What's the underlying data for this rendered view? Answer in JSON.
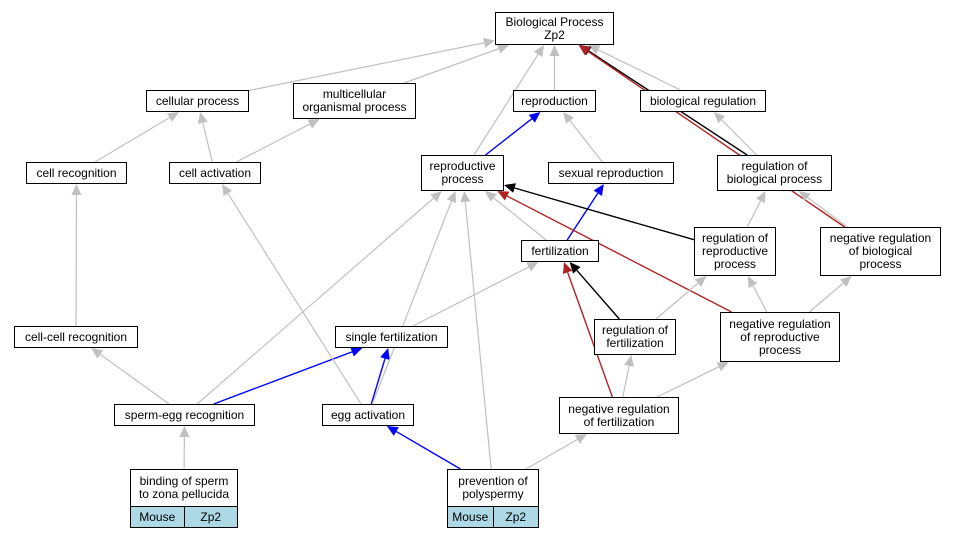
{
  "colors": {
    "gray": "#c0c0c0",
    "blue": "#0000ff",
    "black": "#000000",
    "red": "#b22222",
    "tag": "#add8e6"
  },
  "nodes": {
    "bp": {
      "line1": "Biological Process",
      "line2": "Zp2"
    },
    "cellular_process": {
      "line1": "cellular process"
    },
    "multicellular": {
      "line1": "multicellular",
      "line2": "organismal process"
    },
    "reproduction": {
      "line1": "reproduction"
    },
    "biological_regulation": {
      "line1": "biological regulation"
    },
    "cell_recognition": {
      "line1": "cell recognition"
    },
    "cell_activation": {
      "line1": "cell activation"
    },
    "reproductive_process": {
      "line1": "reproductive",
      "line2": "process"
    },
    "sexual_reproduction": {
      "line1": "sexual reproduction"
    },
    "reg_bio_process": {
      "line1": "regulation of",
      "line2": "biological process"
    },
    "fertilization": {
      "line1": "fertilization"
    },
    "reg_repro_process": {
      "line1": "regulation of",
      "line2": "reproductive",
      "line3": "process"
    },
    "neg_reg_bio_process": {
      "line1": "negative regulation",
      "line2": "of biological",
      "line3": "process"
    },
    "cell_cell_recognition": {
      "line1": "cell-cell recognition"
    },
    "single_fertilization": {
      "line1": "single fertilization"
    },
    "reg_fertilization": {
      "line1": "regulation of",
      "line2": "fertilization"
    },
    "neg_reg_repro_process": {
      "line1": "negative regulation",
      "line2": "of reproductive",
      "line3": "process"
    },
    "sperm_egg_recognition": {
      "line1": "sperm-egg recognition"
    },
    "egg_activation": {
      "line1": "egg activation"
    },
    "neg_reg_fertilization": {
      "line1": "negative regulation",
      "line2": "of fertilization"
    },
    "binding_sperm": {
      "line1": "binding of sperm",
      "line2": "to zona pellucida",
      "tag1": "Mouse",
      "tag2": "Zp2"
    },
    "prevention_polyspermy": {
      "line1": "prevention of",
      "line2": "polyspermy",
      "tag1": "Mouse",
      "tag2": "Zp2"
    }
  },
  "edges": [
    {
      "from": "cellular_process",
      "to": "bp",
      "color": "gray"
    },
    {
      "from": "multicellular",
      "to": "bp",
      "color": "gray"
    },
    {
      "from": "reproduction",
      "to": "bp",
      "color": "gray"
    },
    {
      "from": "biological_regulation",
      "to": "bp",
      "color": "gray"
    },
    {
      "from": "reproductive_process",
      "to": "bp",
      "color": "gray"
    },
    {
      "from": "reg_bio_process",
      "to": "bp",
      "color": "black"
    },
    {
      "from": "neg_reg_bio_process",
      "to": "bp",
      "color": "red"
    },
    {
      "from": "cell_recognition",
      "to": "cellular_process",
      "color": "gray"
    },
    {
      "from": "cell_activation",
      "to": "cellular_process",
      "color": "gray"
    },
    {
      "from": "cell_activation",
      "to": "multicellular",
      "color": "gray"
    },
    {
      "from": "reproductive_process",
      "to": "reproduction",
      "color": "blue"
    },
    {
      "from": "sexual_reproduction",
      "to": "reproduction",
      "color": "gray"
    },
    {
      "from": "reg_bio_process",
      "to": "biological_regulation",
      "color": "gray"
    },
    {
      "from": "fertilization",
      "to": "reproductive_process",
      "color": "gray"
    },
    {
      "from": "fertilization",
      "to": "sexual_reproduction",
      "color": "blue"
    },
    {
      "from": "reg_repro_process",
      "to": "reproductive_process",
      "color": "black"
    },
    {
      "from": "neg_reg_repro_process",
      "to": "reproductive_process",
      "color": "red"
    },
    {
      "from": "reg_repro_process",
      "to": "reg_bio_process",
      "color": "gray"
    },
    {
      "from": "neg_reg_bio_process",
      "to": "reg_bio_process",
      "color": "gray"
    },
    {
      "from": "cell_cell_recognition",
      "to": "cell_recognition",
      "color": "gray"
    },
    {
      "from": "single_fertilization",
      "to": "fertilization",
      "color": "gray"
    },
    {
      "from": "reg_fertilization",
      "to": "fertilization",
      "color": "black"
    },
    {
      "from": "neg_reg_fertilization",
      "to": "fertilization",
      "color": "red"
    },
    {
      "from": "reg_fertilization",
      "to": "reg_repro_process",
      "color": "gray"
    },
    {
      "from": "neg_reg_repro_process",
      "to": "reg_repro_process",
      "color": "gray"
    },
    {
      "from": "neg_reg_repro_process",
      "to": "neg_reg_bio_process",
      "color": "gray"
    },
    {
      "from": "sperm_egg_recognition",
      "to": "cell_cell_recognition",
      "color": "gray"
    },
    {
      "from": "sperm_egg_recognition",
      "to": "single_fertilization",
      "color": "blue"
    },
    {
      "from": "sperm_egg_recognition",
      "to": "reproductive_process",
      "color": "gray"
    },
    {
      "from": "egg_activation",
      "to": "single_fertilization",
      "color": "blue"
    },
    {
      "from": "egg_activation",
      "to": "reproductive_process",
      "color": "gray"
    },
    {
      "from": "egg_activation",
      "to": "cell_activation",
      "color": "gray"
    },
    {
      "from": "neg_reg_fertilization",
      "to": "reg_fertilization",
      "color": "gray"
    },
    {
      "from": "neg_reg_fertilization",
      "to": "neg_reg_repro_process",
      "color": "gray"
    },
    {
      "from": "binding_sperm",
      "to": "sperm_egg_recognition",
      "color": "gray"
    },
    {
      "from": "prevention_polyspermy",
      "to": "egg_activation",
      "color": "blue"
    },
    {
      "from": "prevention_polyspermy",
      "to": "reproductive_process",
      "color": "gray"
    },
    {
      "from": "prevention_polyspermy",
      "to": "neg_reg_fertilization",
      "color": "gray"
    }
  ]
}
